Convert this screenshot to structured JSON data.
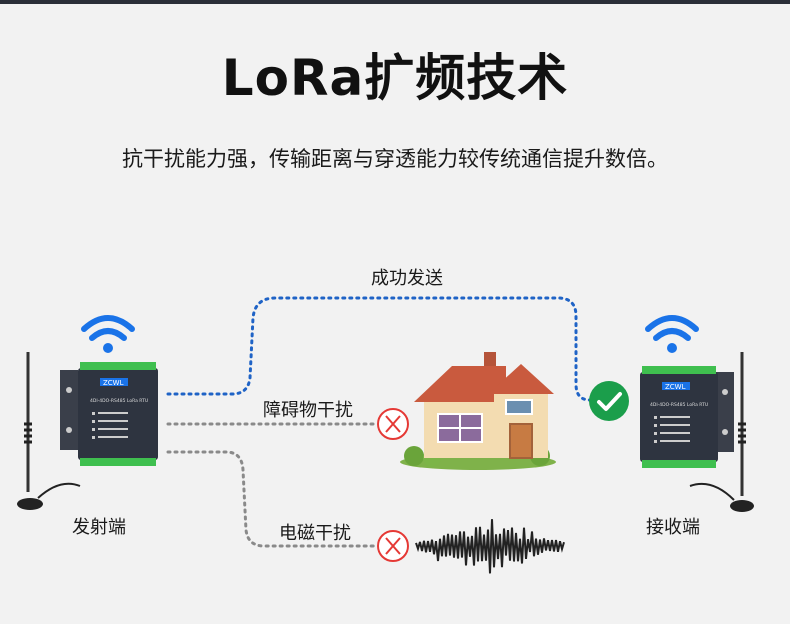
{
  "title": "LoRa扩频技术",
  "subtitle": "抗干扰能力强，传输距离与穿透能力较传统通信提升数倍。",
  "labels": {
    "success": "成功发送",
    "obstacle": "障碍物干扰",
    "emi": "电磁干扰",
    "sender": "发射端",
    "receiver": "接收端"
  },
  "device": {
    "brand": "ZCWL",
    "model": "4DI-4DO-RS485 LoRa RTU"
  },
  "colors": {
    "wifi": "#1a73e8",
    "success_path": "#1f63c6",
    "interference_path": "#8a8a8a",
    "fail": "#e53935",
    "ok": "#1b9e4b",
    "device_body": "#2e3440",
    "terminal": "#3fbf4f"
  }
}
